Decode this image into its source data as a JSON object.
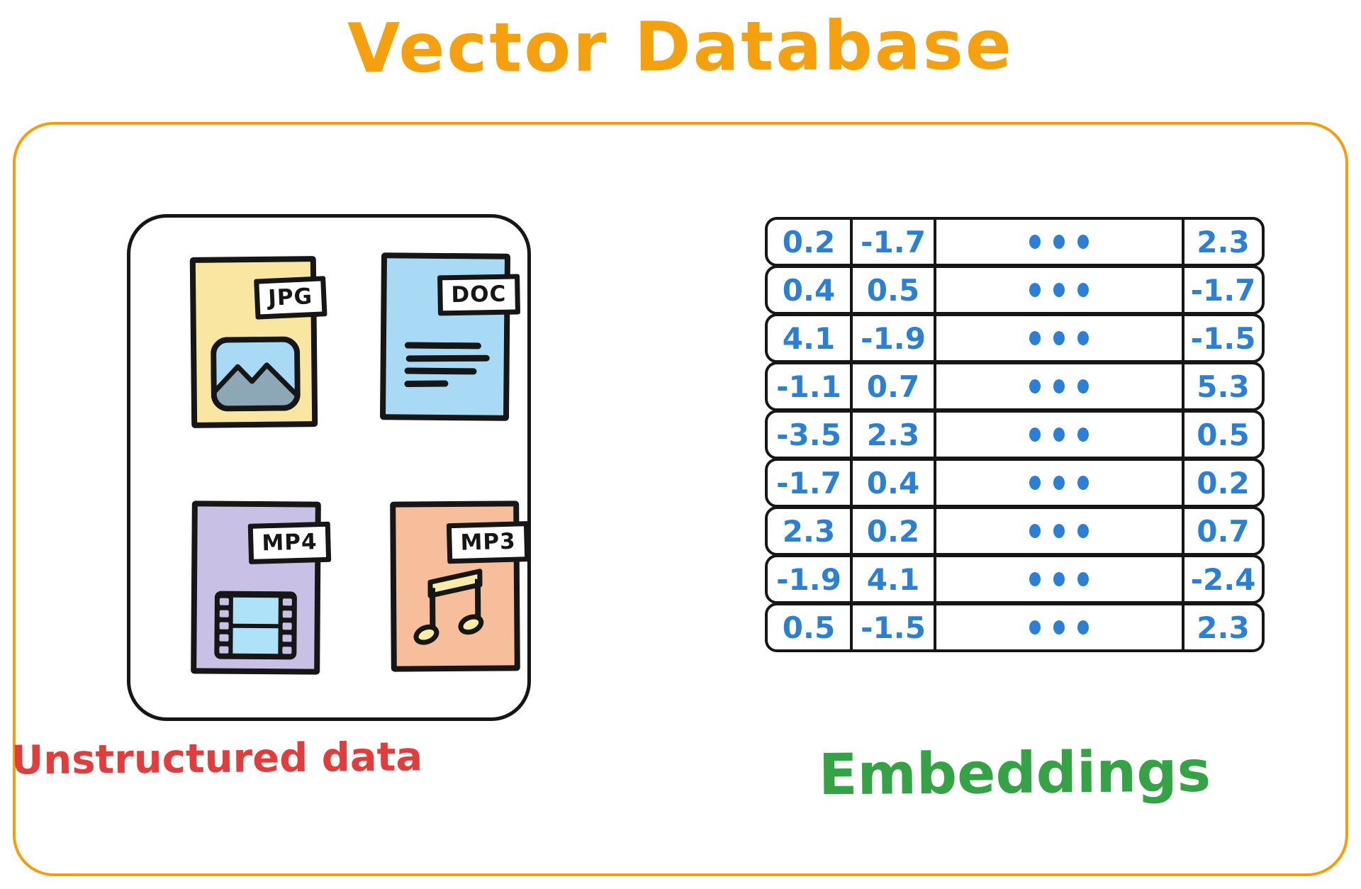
{
  "title": "Vector Database",
  "left_panel": {
    "caption": "Unstructured data",
    "files": [
      {
        "type": "JPG",
        "icon": "image-thumbnail-icon",
        "card_color": "#F9E7A1"
      },
      {
        "type": "DOC",
        "icon": "text-lines-icon",
        "card_color": "#A9DAF5"
      },
      {
        "type": "MP4",
        "icon": "film-strip-icon",
        "card_color": "#C9C1E5"
      },
      {
        "type": "MP3",
        "icon": "music-note-icon",
        "card_color": "#F7BE9C"
      }
    ]
  },
  "embeddings": {
    "caption": "Embeddings",
    "dots_icon": "three-dots",
    "rows": [
      [
        "0.2",
        "-1.7",
        "2.3"
      ],
      [
        "0.4",
        "0.5",
        "-1.7"
      ],
      [
        "4.1",
        "-1.9",
        "-1.5"
      ],
      [
        "-1.1",
        "0.7",
        "5.3"
      ],
      [
        "-3.5",
        "2.3",
        "0.5"
      ],
      [
        "-1.7",
        "0.4",
        "0.2"
      ],
      [
        "2.3",
        "0.2",
        "0.7"
      ],
      [
        "-1.9",
        "4.1",
        "-2.4"
      ],
      [
        "0.5",
        "-1.5",
        "2.3"
      ]
    ]
  },
  "colors": {
    "title_orange": "#F5A00E",
    "border_orange": "#F59E0B",
    "outline_black": "#161616",
    "value_blue": "#2B7FD4",
    "caption_red": "#E23D3D",
    "caption_green": "#35A246",
    "jpg_yellow": "#F9E7A1",
    "doc_blue": "#A9DAF5",
    "mp4_lavender": "#C9C1E5",
    "mp3_peach": "#F7BE9C",
    "thumb_sky_blue": "#A9DAF5",
    "thumb_mountain_gray": "#8CA7B6",
    "film_frame_blue": "#ADE2F8",
    "note_yellow": "#F8ECA6"
  }
}
